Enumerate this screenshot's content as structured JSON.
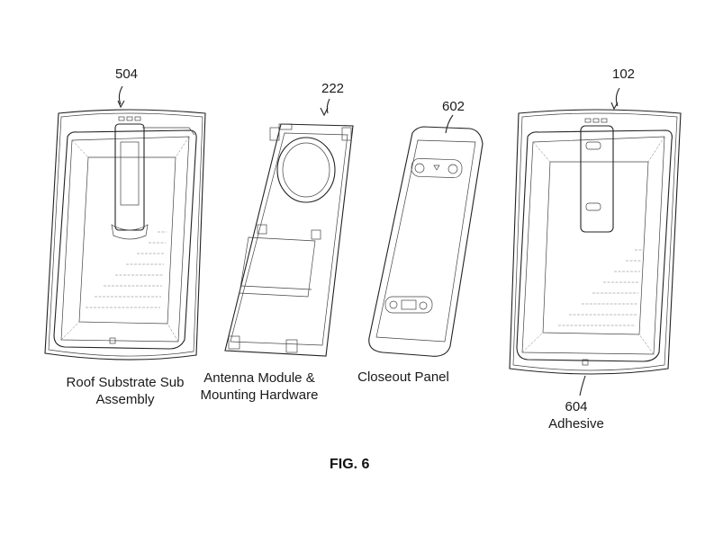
{
  "figure": {
    "title": "FIG. 6",
    "components": [
      {
        "ref": "504",
        "label_line1": "Roof Substrate Sub",
        "label_line2": "Assembly"
      },
      {
        "ref": "222",
        "label_line1": "Antenna Module &",
        "label_line2": "Mounting Hardware"
      },
      {
        "ref": "602",
        "label_line1": "Closeout Panel",
        "label_line2": ""
      },
      {
        "ref": "102",
        "label_line1": "",
        "label_line2": ""
      }
    ],
    "callouts": [
      {
        "ref": "604",
        "label": "Adhesive"
      }
    ]
  }
}
